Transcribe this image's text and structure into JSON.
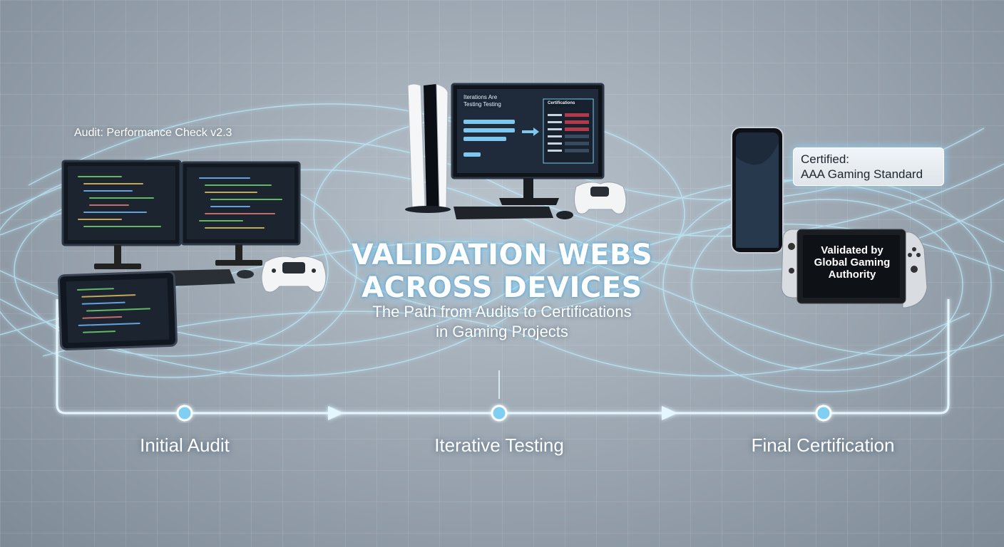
{
  "audit_label": "Audit: Performance Check v2.3",
  "certified_box": {
    "line1": "Certified:",
    "line2": "AAA Gaming Standard"
  },
  "switch_screen": {
    "line1": "Validated by",
    "line2": "Global Gaming",
    "line3": "Authority"
  },
  "monitor_center": {
    "title1": "Iterations Are",
    "title2": "Testing Testing",
    "panel_header": "Certifications"
  },
  "headline": {
    "line1": "VALIDATION WEBS",
    "line2": "ACROSS DEVICES"
  },
  "subheadline": {
    "line1": "The Path from Audits to Certifications",
    "line2": "in Gaming Projects"
  },
  "stages": [
    {
      "label": "Initial Audit"
    },
    {
      "label": "Iterative Testing"
    },
    {
      "label": "Final Certification"
    }
  ],
  "colors": {
    "glow": "#9fe4ff",
    "path": "#d9f4ff",
    "screen_dark": "#1b2430",
    "text": "#ffffff"
  }
}
